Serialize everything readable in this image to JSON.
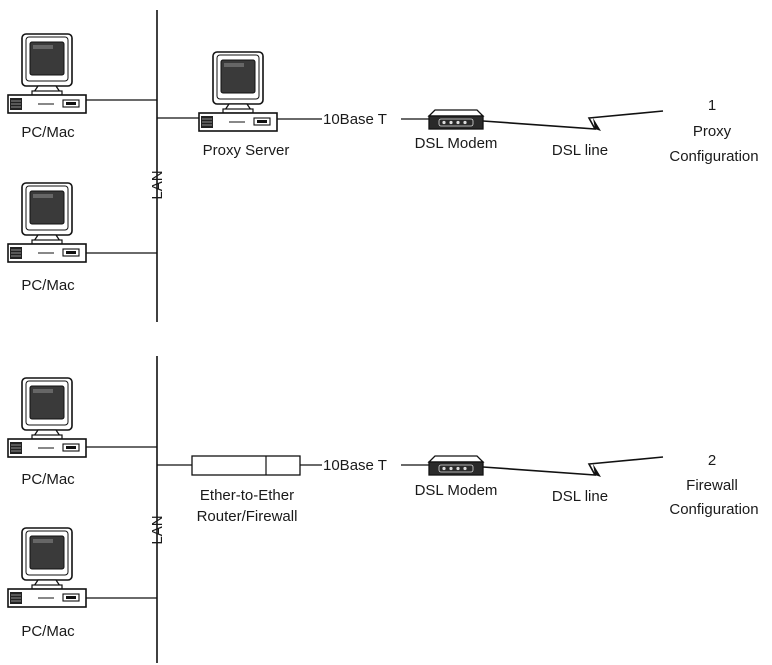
{
  "config1": {
    "number": "1",
    "title_line1": "Proxy",
    "title_line2": "Configuration",
    "lan_label": "LAN",
    "pc_top_label": "PC/Mac",
    "pc_bottom_label": "PC/Mac",
    "gateway_label": "Proxy Server",
    "link_label": "10Base T",
    "modem_label": "DSL Modem",
    "line_label": "DSL line"
  },
  "config2": {
    "number": "2",
    "title_line1": "Firewall",
    "title_line2": "Configuration",
    "lan_label": "LAN",
    "pc_top_label": "PC/Mac",
    "pc_bottom_label": "PC/Mac",
    "gateway_label_line1": "Ether-to-Ether",
    "gateway_label_line2": "Router/Firewall",
    "link_label": "10Base T",
    "modem_label": "DSL Modem",
    "line_label": "DSL line"
  },
  "icons": {
    "computer": "desktop-computer-icon",
    "modem": "dsl-modem-icon",
    "router": "router-firewall-icon",
    "lightning": "lightning-bolt-icon"
  }
}
